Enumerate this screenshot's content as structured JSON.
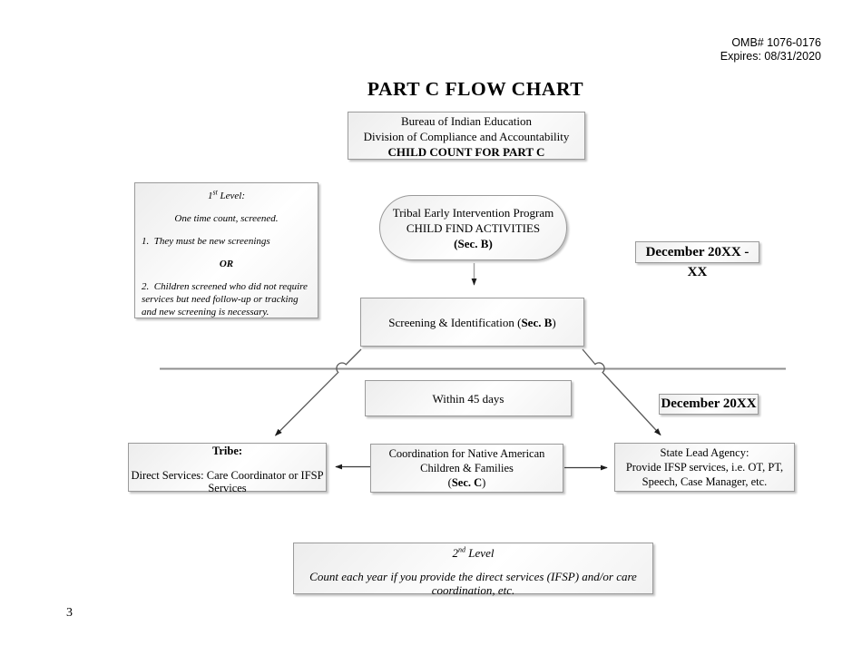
{
  "header": {
    "omb_line1": "OMB# 1076-0176",
    "omb_line2": "Expires: 08/31/2020",
    "title": "PART C FLOW CHART"
  },
  "bureau_box": {
    "line1": "Bureau of Indian Education",
    "line2": "Division of Compliance and Accountability",
    "line3": "CHILD COUNT FOR PART C"
  },
  "level1_box": {
    "heading_num": "1",
    "heading_sup": "st",
    "heading_rest": " Level:",
    "para1": "One time count, screened.",
    "item1": "1.  They must be new screenings",
    "or_label": "OR",
    "item2": "2.  Children screened who did not require services but need follow-up or tracking and new screening is necessary."
  },
  "stadium_box": {
    "line1": "Tribal Early Intervention Program",
    "line2": "CHILD FIND ACTIVITIES",
    "sec_pre": "(",
    "sec_bold": "Sec. B",
    "sec_post": ")"
  },
  "date_range_box": {
    "label": "December 20XX - XX"
  },
  "screening_box": {
    "prefix": "Screening & Identification (",
    "bold": "Sec. B",
    "suffix": ")"
  },
  "within_box": {
    "label": "Within 45 days"
  },
  "date_box": {
    "label": "December 20XX"
  },
  "tribe_box": {
    "heading": "Tribe:",
    "body_line1": "Direct Services: Care Coordinator or IFSP",
    "body_line2": "Services"
  },
  "coordination_box": {
    "line1": "Coordination for Native American",
    "line2": "Children & Families",
    "sec_pre": "(",
    "sec_bold": "Sec. C",
    "sec_post": ")"
  },
  "state_box": {
    "line1": "State Lead Agency:",
    "line2": "Provide IFSP services, i.e. OT, PT,",
    "line3": "Speech, Case Manager, etc."
  },
  "level2_box": {
    "heading_num": "2",
    "heading_sup": "nd",
    "heading_rest": " Level",
    "body_line1": "Count each year if you provide the direct services (IFSP) and/or care",
    "body_line2": "coordination, etc."
  },
  "page_number": "3"
}
